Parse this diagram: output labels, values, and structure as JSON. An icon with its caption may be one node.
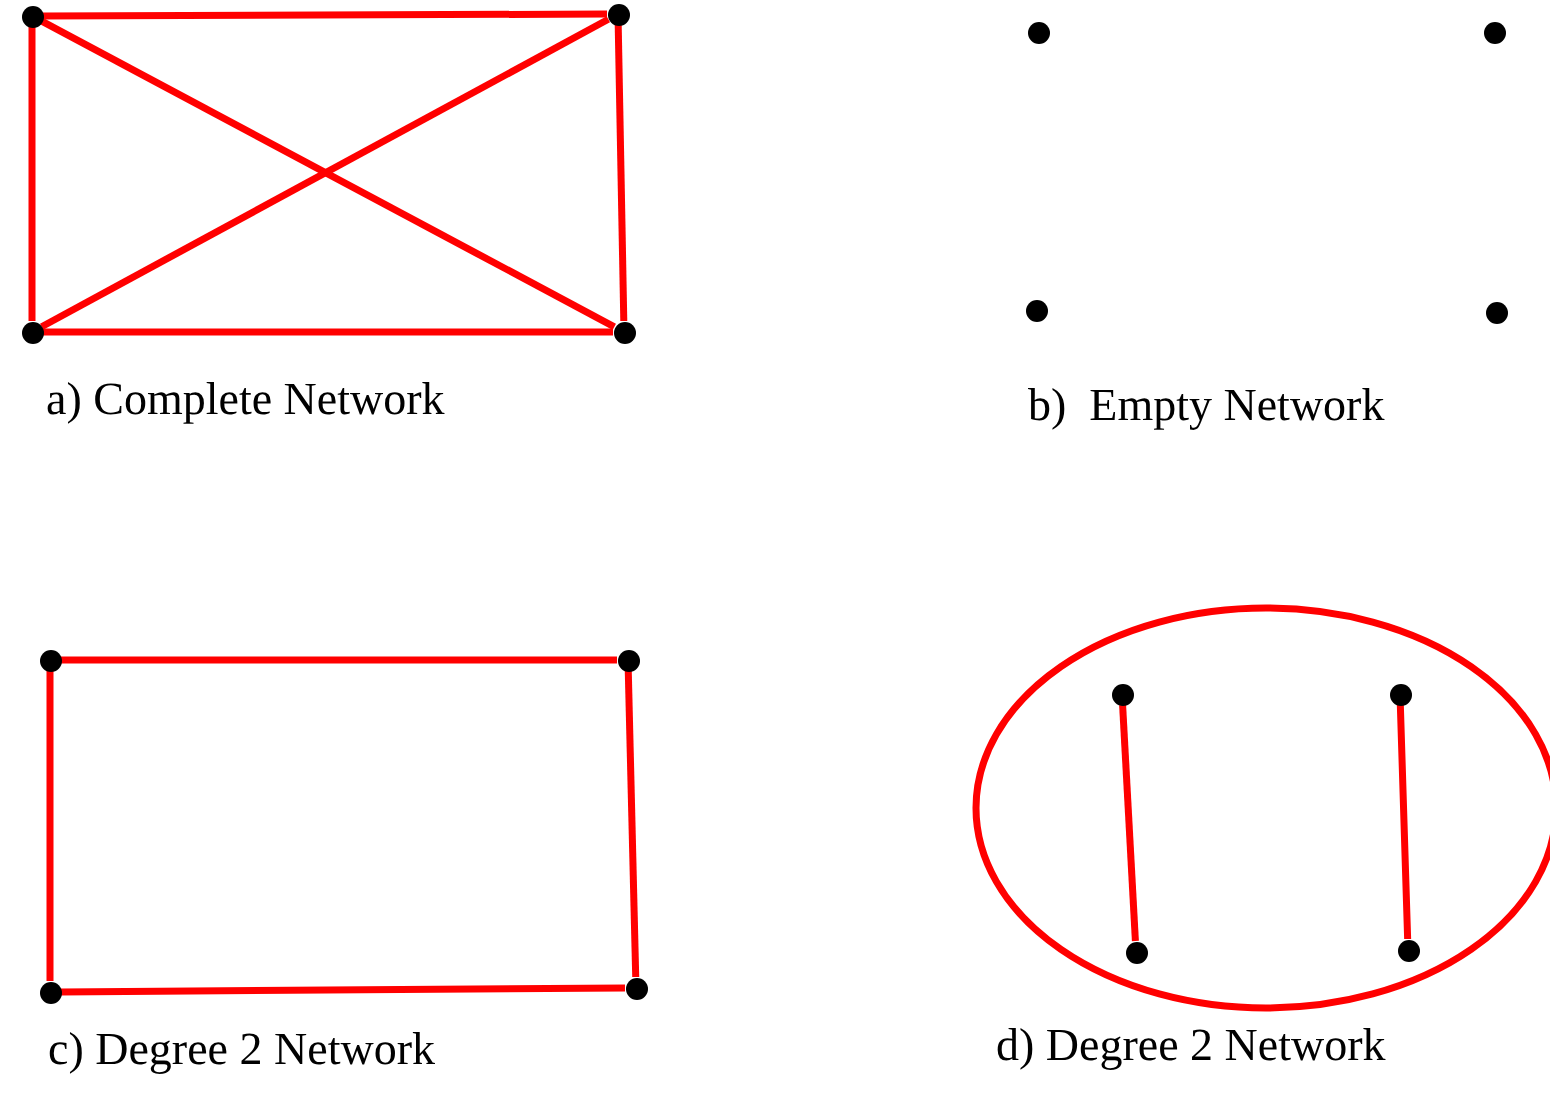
{
  "diagram": {
    "nodes": [
      {
        "text": [],
        "shape": "circle"
      },
      {
        "text": [],
        "shape": "circle"
      },
      {
        "text": [],
        "shape": "circle"
      },
      {
        "text": [],
        "shape": "circle"
      },
      {
        "text": [],
        "shape": "circle"
      },
      {
        "text": [],
        "shape": "circle"
      },
      {
        "text": [],
        "shape": "circle"
      },
      {
        "text": [],
        "shape": "circle"
      },
      {
        "text": [],
        "shape": "circle"
      },
      {
        "text": [],
        "shape": "circle"
      },
      {
        "text": [],
        "shape": "circle"
      },
      {
        "text": [],
        "shape": "circle"
      },
      {
        "text": [],
        "shape": "circle"
      },
      {
        "text": [],
        "shape": "circle"
      },
      {
        "text": [],
        "shape": "circle"
      },
      {
        "text": [],
        "shape": "circle"
      }
    ],
    "edges": [
      {
        "from": 0,
        "to": 1,
        "arrow": "none"
      },
      {
        "from": 0,
        "to": 2,
        "arrow": "none"
      },
      {
        "from": 0,
        "to": 3,
        "arrow": "none"
      },
      {
        "from": 1,
        "to": 2,
        "arrow": "none"
      },
      {
        "from": 1,
        "to": 3,
        "arrow": "none"
      },
      {
        "from": 2,
        "to": 3,
        "arrow": "none"
      },
      {
        "from": 8,
        "to": 9,
        "arrow": "none"
      },
      {
        "from": 8,
        "to": 10,
        "arrow": "none"
      },
      {
        "from": 9,
        "to": 11,
        "arrow": "none"
      },
      {
        "from": 10,
        "to": 11,
        "arrow": "none"
      },
      {
        "from": 12,
        "to": 14,
        "arrow": "none"
      },
      {
        "from": 13,
        "to": 15,
        "arrow": "none"
      }
    ],
    "labels": [
      "a) Complete Network",
      "b)  Empty Network",
      "c) Degree 2 Network",
      "d) Degree 2 Network"
    ]
  }
}
